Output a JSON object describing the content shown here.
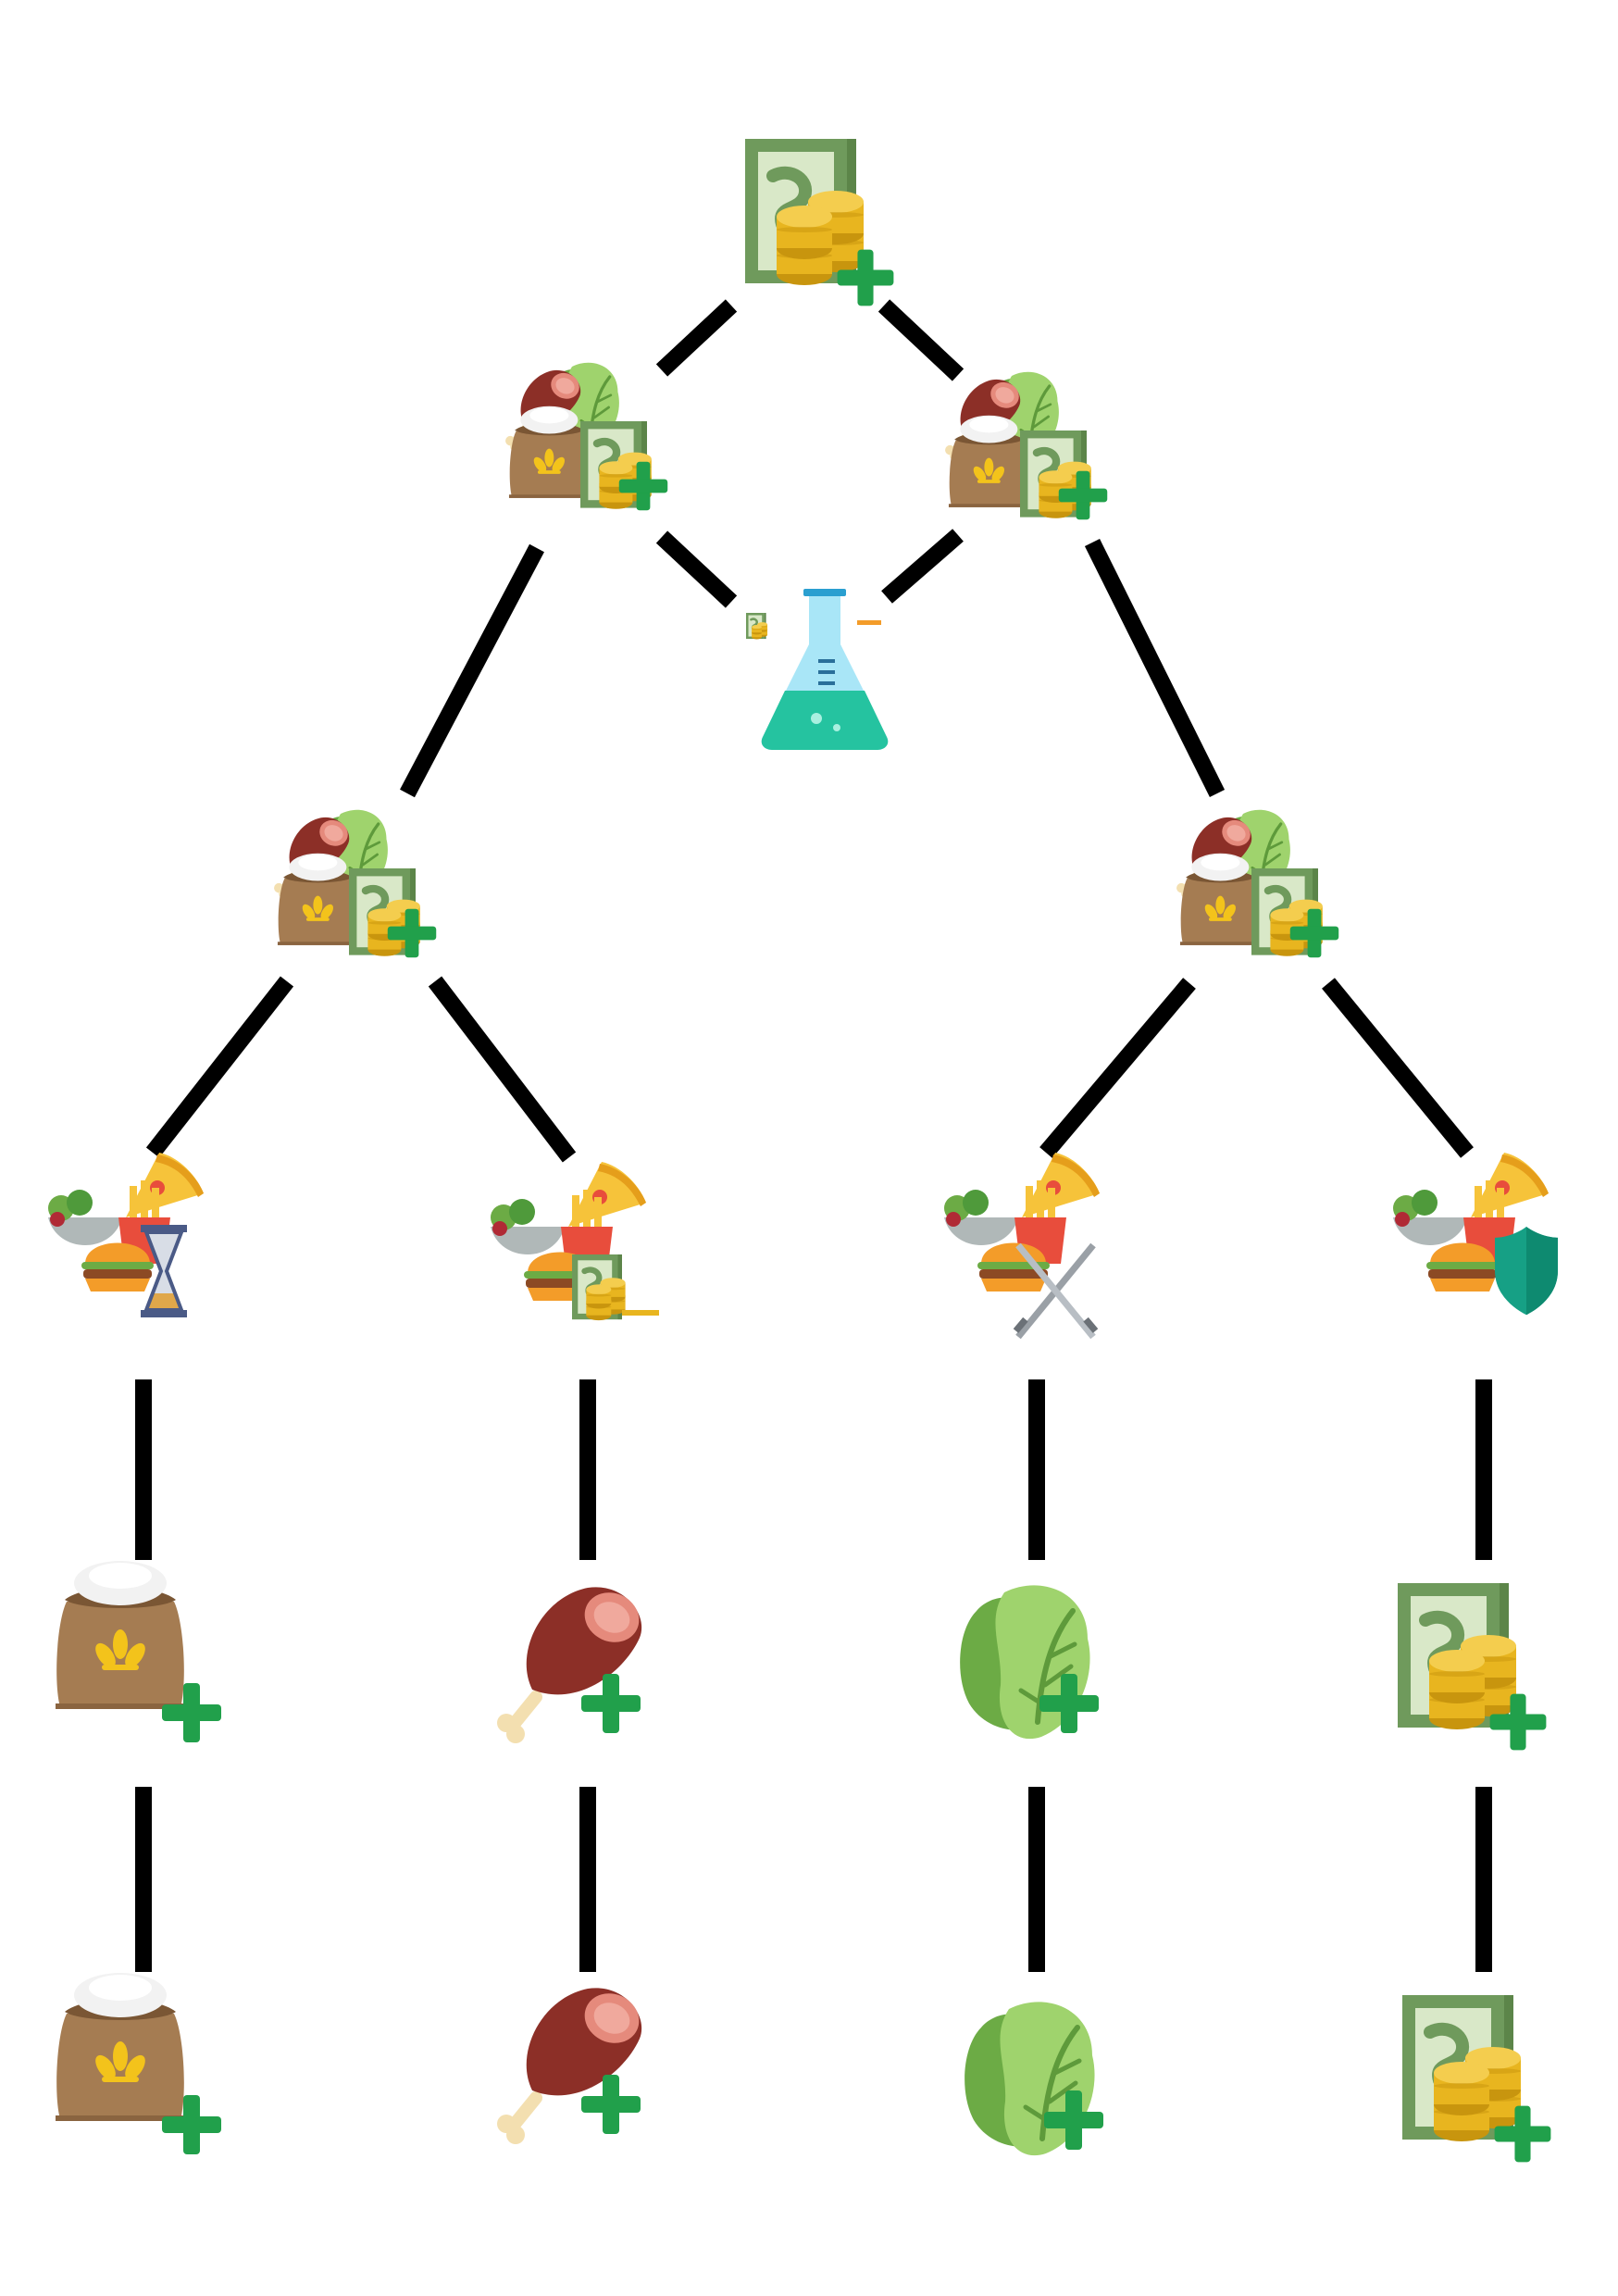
{
  "screen": {
    "name": "research-tree",
    "background": "#ffffff",
    "edge_color": "#000000"
  },
  "colors": {
    "plus_green": "#21a04b",
    "sack_brown": "#a57c52",
    "sack_dark": "#8a6440",
    "grain_gold": "#f3c31b",
    "money_green": "#6f9a5c",
    "money_light": "#d9e8c8",
    "coin_gold": "#e8b51f",
    "coin_dark": "#c8950e",
    "meat_red": "#8c2f27",
    "meat_fill": "#e58a7c",
    "bone": "#f3dfb0",
    "lettuce_light": "#9fd36d",
    "lettuce_dark": "#6cab45",
    "flask_liquid": "#25c3a0",
    "flask_glass": "#a9e6f7",
    "pizza": "#f6c33a",
    "fries_box": "#e84d3c",
    "burger_bun": "#f39c29",
    "shield": "#16a085",
    "hourglass": "#4a5a86",
    "sword": "#9aa0a6"
  },
  "nodes": [
    {
      "id": "root-money-plus",
      "icon": "money-plus-icon",
      "tier": 0
    },
    {
      "id": "food-money-plus-l1",
      "icon": "food-money-plus-icon",
      "tier": 1
    },
    {
      "id": "food-money-plus-r1",
      "icon": "food-money-plus-icon",
      "tier": 1
    },
    {
      "id": "research-flask",
      "icon": "research-flask-icon",
      "tier": 1
    },
    {
      "id": "food-money-plus-l2",
      "icon": "food-money-plus-icon",
      "tier": 2
    },
    {
      "id": "food-money-plus-r2",
      "icon": "food-money-plus-icon",
      "tier": 2
    },
    {
      "id": "meals-hourglass",
      "icon": "meals-hourglass-icon",
      "tier": 3
    },
    {
      "id": "meals-money",
      "icon": "meals-money-icon",
      "tier": 3
    },
    {
      "id": "meals-sword",
      "icon": "meals-sword-icon",
      "tier": 3
    },
    {
      "id": "meals-shield",
      "icon": "meals-shield-icon",
      "tier": 3
    },
    {
      "id": "grain-plus-a",
      "icon": "grain-sack-plus-icon",
      "tier": 4
    },
    {
      "id": "meat-plus-a",
      "icon": "meat-plus-icon",
      "tier": 4
    },
    {
      "id": "lettuce-plus-a",
      "icon": "lettuce-plus-icon",
      "tier": 4
    },
    {
      "id": "money-plus-a",
      "icon": "money-plus-icon",
      "tier": 4
    },
    {
      "id": "grain-plus-b",
      "icon": "grain-sack-plus-icon",
      "tier": 5
    },
    {
      "id": "meat-plus-b",
      "icon": "meat-plus-icon",
      "tier": 5
    },
    {
      "id": "lettuce-plus-b",
      "icon": "lettuce-plus-icon",
      "tier": 5
    },
    {
      "id": "money-plus-b",
      "icon": "money-plus-icon",
      "tier": 5
    }
  ],
  "edges": [
    [
      "root-money-plus",
      "food-money-plus-l1"
    ],
    [
      "root-money-plus",
      "food-money-plus-r1"
    ],
    [
      "food-money-plus-l1",
      "research-flask"
    ],
    [
      "food-money-plus-r1",
      "research-flask"
    ],
    [
      "food-money-plus-l1",
      "food-money-plus-l2"
    ],
    [
      "food-money-plus-r1",
      "food-money-plus-r2"
    ],
    [
      "food-money-plus-l2",
      "meals-hourglass"
    ],
    [
      "food-money-plus-l2",
      "meals-money"
    ],
    [
      "food-money-plus-r2",
      "meals-sword"
    ],
    [
      "food-money-plus-r2",
      "meals-shield"
    ],
    [
      "meals-hourglass",
      "grain-plus-a"
    ],
    [
      "meals-money",
      "meat-plus-a"
    ],
    [
      "meals-sword",
      "lettuce-plus-a"
    ],
    [
      "meals-shield",
      "money-plus-a"
    ],
    [
      "grain-plus-a",
      "grain-plus-b"
    ],
    [
      "meat-plus-a",
      "meat-plus-b"
    ],
    [
      "lettuce-plus-a",
      "lettuce-plus-b"
    ],
    [
      "money-plus-a",
      "money-plus-b"
    ]
  ]
}
